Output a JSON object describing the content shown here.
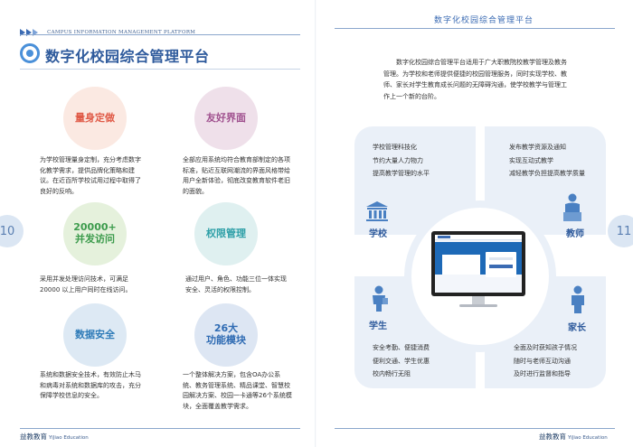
{
  "header": {
    "platform_en": "CAMPUS INFORMATION MANAGEMENT PLATFORM",
    "title": "数字化校园综合管理平台"
  },
  "features": [
    {
      "title": "量身定做",
      "color": "#e05a47",
      "bg": "#fbe9e2",
      "desc": "为学校管理量身定制，充分考虑数字化教学需求，提供品牌化策略和建议。在近百所学校试用过程中取得了良好的反响。"
    },
    {
      "title": "友好界面",
      "color": "#a0518f",
      "bg": "#efe0ea",
      "desc": "全部应用系统均符合教育部制定的各项标准，贴近互联网潮流的界面风格带给用户全新体验，彻底改变教育软件老旧的面貌。"
    },
    {
      "title_line1": "20000+",
      "title_line2": "并发访问",
      "color": "#3c9b4c",
      "bg": "#e5f1dc",
      "desc": "采用并发处理访问技术，可满足20000 以上用户同时在线访问。"
    },
    {
      "title": "权限管理",
      "color": "#2d9fa7",
      "bg": "#dff0f0",
      "desc": "通过用户、角色、功能三位一体实现安全、灵活的权限控制。"
    },
    {
      "title": "数据安全",
      "color": "#2e7bb8",
      "bg": "#dde9f4",
      "desc": "系统和数据安全技术，有效防止木马和病毒对系统和数据库的攻击，充分保障学校信息的安全。"
    },
    {
      "title_line1": "26大",
      "title_line2": "功能模块",
      "color": "#2f6bb3",
      "bg": "#dde6f3",
      "desc": "一个整体解决方案，包含OA办公系统、教务管理系统、精品课堂、智慧校园解决方案、校园一卡通等26个系统模块，全面覆盖教学需求。"
    }
  ],
  "pages": {
    "left": "10",
    "right": "11"
  },
  "footer": {
    "brand": "益教教育",
    "brand_en": "YiJiao Education"
  },
  "right": {
    "header_title": "数字化校园综合管理平台",
    "intro": "数字化校园综合管理平台适用于广大职教院校教学管理及教务管理。为学校和老师提供便捷的校园管理服务，同时实现学校、教师、家长对学生教育成长问题的无障碍沟通，使学校教学与管理工作上一个新的台阶。",
    "quadrants": {
      "school": {
        "label": "学校",
        "icon": "school-building-icon",
        "lines": [
          "学校管理科技化",
          "节约大量人力物力",
          "提高教学管理的水平"
        ]
      },
      "teacher": {
        "label": "教师",
        "icon": "teacher-icon",
        "lines": [
          "发布教学资源及通知",
          "实现互动式教学",
          "减轻教学负担提高教学质量"
        ]
      },
      "student": {
        "label": "学生",
        "icon": "student-icon",
        "lines": [
          "安全考勤、便捷消费",
          "便利交通、学生优惠",
          "校内畅行无阻"
        ]
      },
      "parent": {
        "label": "家长",
        "icon": "parent-icon",
        "lines": [
          "全面及时获知孩子情况",
          "随时与老师互动沟通",
          "及时进行监督和指导"
        ]
      }
    }
  }
}
